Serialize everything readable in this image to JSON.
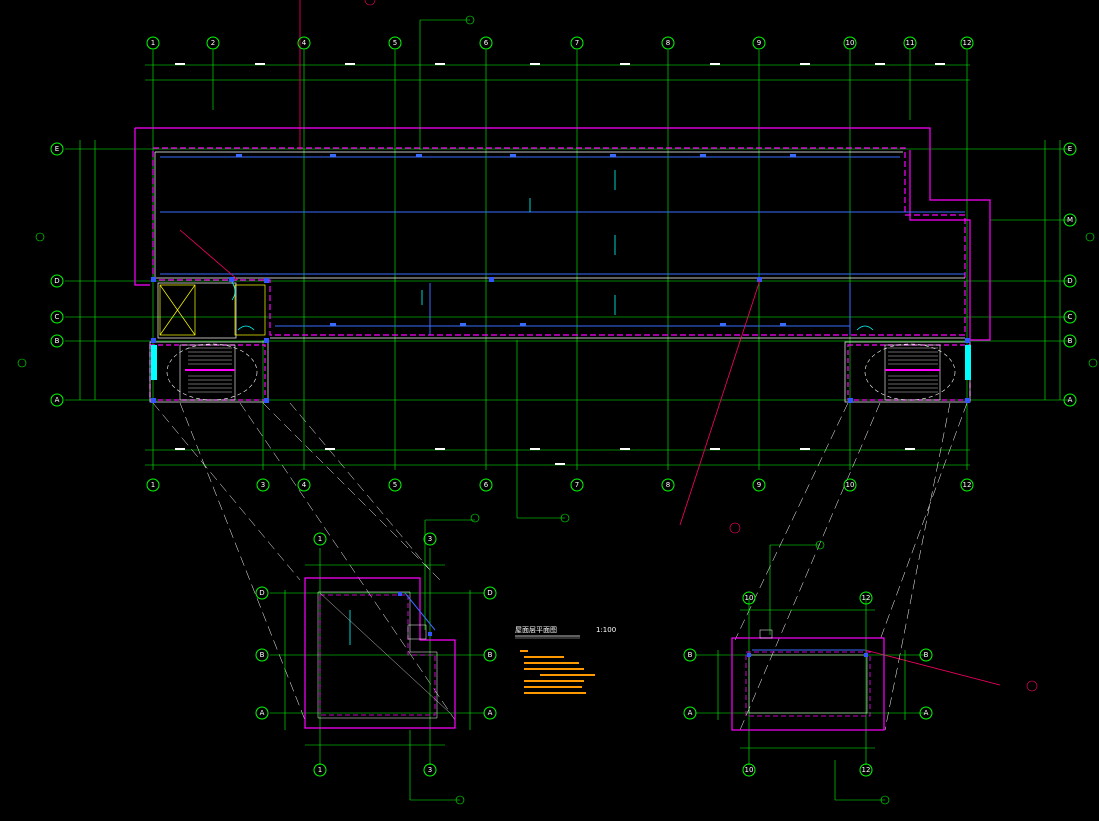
{
  "colors": {
    "background": "#000000",
    "grid": "#00ff00",
    "wall": "#ffffff",
    "parapet": "#ff00ff",
    "drain": "#3a6bff",
    "leader": "#ff0066",
    "notes": "#ff9900",
    "column": "#3355ff",
    "yellow": "#ffff00",
    "cyan": "#00ffff"
  },
  "main_plan": {
    "top_axis_labels": [
      "1",
      "2",
      "4",
      "5",
      "6",
      "7",
      "8",
      "9",
      "10",
      "11",
      "12"
    ],
    "bottom_axis_labels": [
      "1",
      "3",
      "4",
      "5",
      "6",
      "7",
      "8",
      "9",
      "10",
      "12"
    ],
    "left_axis_labels": [
      "E",
      "D",
      "C",
      "B",
      "A"
    ],
    "right_axis_labels": [
      "E",
      "M",
      "D",
      "C",
      "B",
      "A"
    ]
  },
  "detail_left": {
    "axis_labels_top": [
      "1",
      "3"
    ],
    "axis_labels_side": [
      "D",
      "B",
      "A"
    ],
    "axis_labels_bottom": [
      "1",
      "3"
    ]
  },
  "detail_right": {
    "axis_labels_top": [
      "10",
      "12"
    ],
    "axis_labels_side": [
      "B",
      "A"
    ],
    "axis_labels_bottom": [
      "10",
      "12"
    ]
  },
  "title_block": {
    "title": "屋面层平面图",
    "scale": "1:100"
  }
}
